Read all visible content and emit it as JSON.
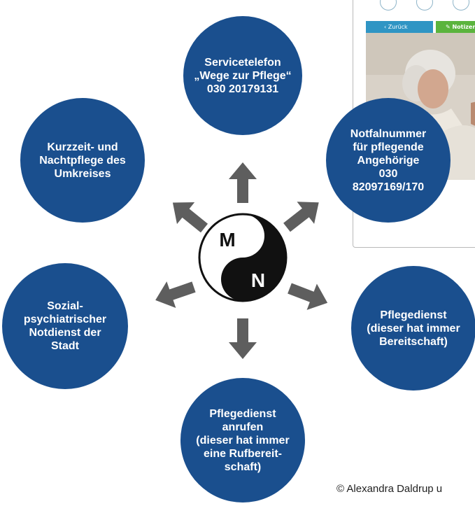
{
  "colors": {
    "circle_fill": "#1a4f8e",
    "arrow_fill": "#5e5e5e",
    "text_on_circle": "#ffffff",
    "back_button": "#2f95c4",
    "notes_button": "#5bb43d"
  },
  "phone": {
    "back_label": "‹ Zurück",
    "notes_label": "✎ Notizen"
  },
  "center": {
    "top_letter": "M",
    "bottom_letter": "N"
  },
  "circles": {
    "servicetelefon": "Servicetelefon\n„Wege zur Pflege“\n030 20179131",
    "notfallnummer": "Notfalnummer\nfür pflegende\nAngehörige\n030\n82097169/170",
    "pflegedienst_bereitschaft": "Pflegedienst\n(dieser hat immer\nBereitschaft)",
    "pflegedienst_anrufen": "Pflegedienst\nanrufen\n(dieser hat immer\neine Rufbereit-\nschaft)",
    "sozialpsychiatrischer": "Sozial-\npsychiatrischer\nNotdienst der\nStadt",
    "kurzzeitpflege": "Kurzzeit- und\nNachtpflege des\nUmkreises"
  },
  "copyright": "© Alexandra Daldrup u"
}
